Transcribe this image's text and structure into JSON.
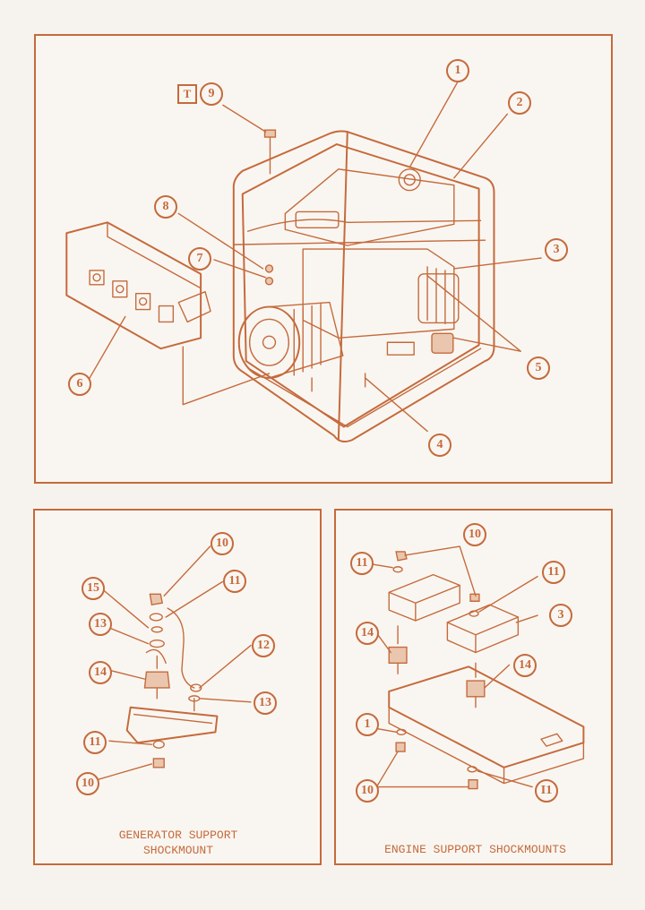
{
  "main_panel": {
    "tag_letter": "T",
    "callouts": [
      "1",
      "2",
      "3",
      "4",
      "5",
      "6",
      "7",
      "8",
      "9"
    ]
  },
  "generator_panel": {
    "caption_line1": "GENERATOR SUPPORT",
    "caption_line2": "SHOCKMOUNT",
    "callouts": [
      "10",
      "11",
      "15",
      "13",
      "14",
      "12",
      "13",
      "11",
      "10"
    ]
  },
  "engine_panel": {
    "caption": "ENGINE SUPPORT SHOCKMOUNTS",
    "callouts": [
      "10",
      "11",
      "11",
      "3",
      "14",
      "14",
      "1",
      "10",
      "I1"
    ]
  },
  "colors": {
    "ink": "#c56a3c",
    "paper": "#f9f6f1"
  }
}
